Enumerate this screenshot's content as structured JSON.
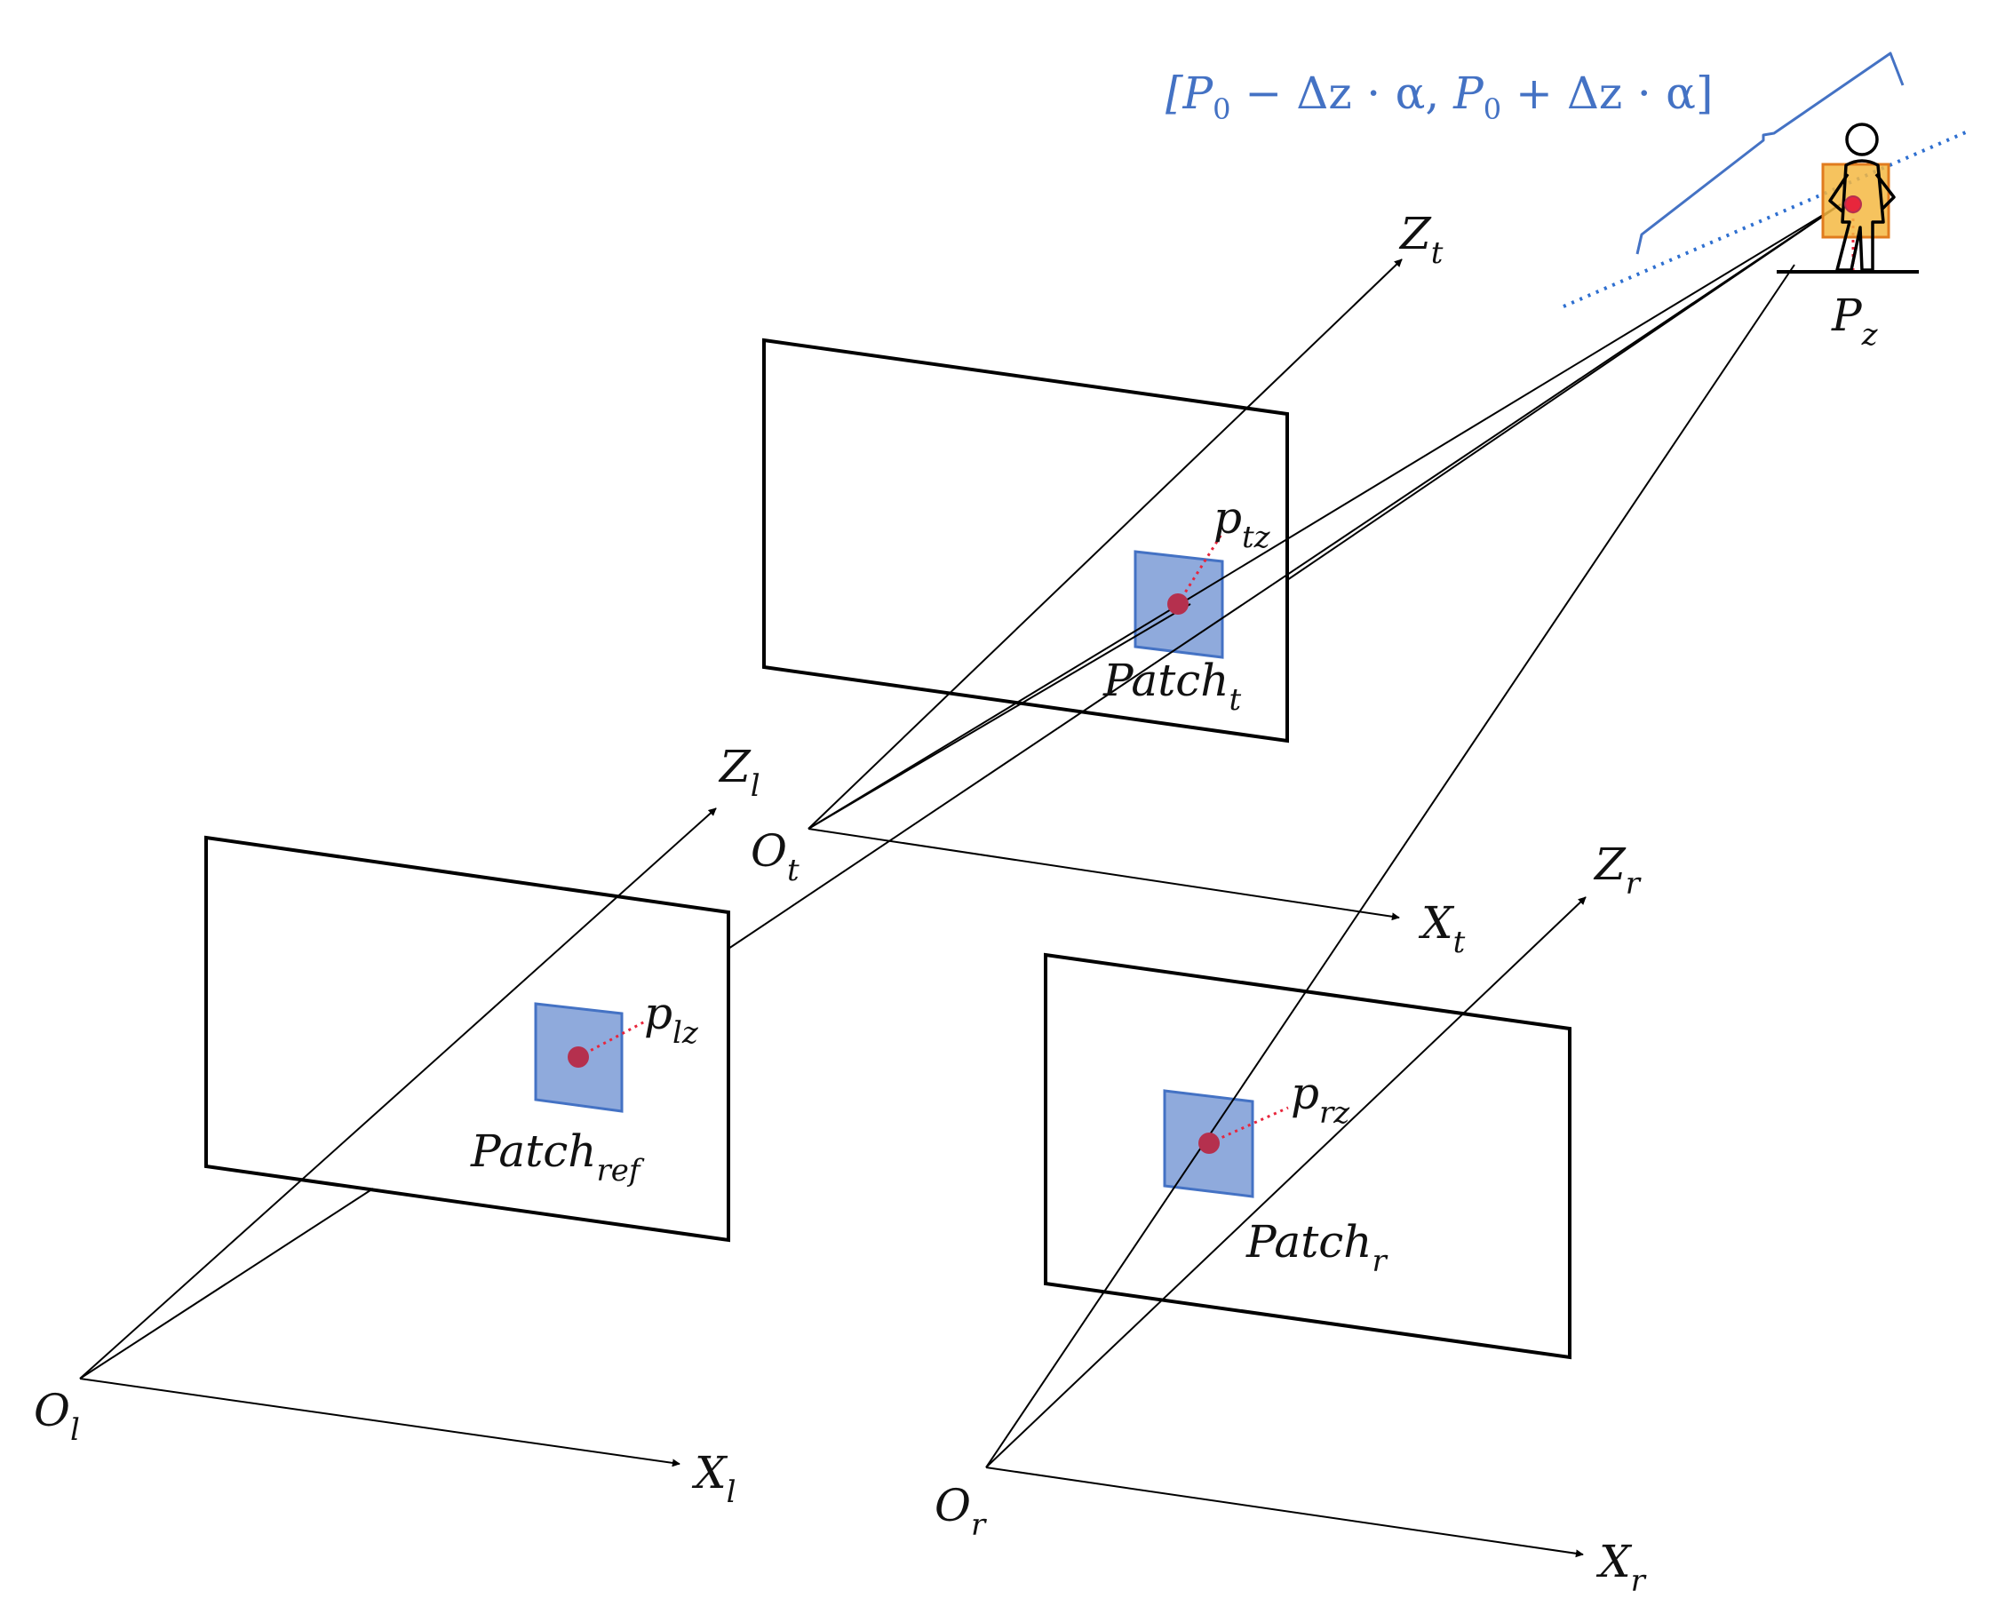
{
  "colors": {
    "ink": "#000000",
    "patch_fill": "#8faadc",
    "patch_stroke": "#4472c4",
    "point": "#b5304e",
    "guide_dotted": "#e8263c",
    "range_text": "#4472c4",
    "ray_dotted": "#2e6fd0",
    "target_box_fill": "#f4b942",
    "target_box_stroke": "#e07b1e"
  },
  "icons": {
    "target": "person-icon"
  },
  "range_label": {
    "open": "[",
    "p1": "P",
    "p1_sub": "0",
    "mid1": " − Δz ⋅ α, ",
    "p2": "P",
    "p2_sub": "0",
    "mid2": " + Δz ⋅ α]"
  },
  "cameras": {
    "left": {
      "origin": {
        "main": "O",
        "sub": "l"
      },
      "x_axis": {
        "main": "X",
        "sub": "l"
      },
      "z_axis": {
        "main": "Z",
        "sub": "l"
      },
      "pixel": {
        "main": "p",
        "sub": "lz"
      },
      "patch": {
        "main": "Patch",
        "sub": "ref"
      }
    },
    "top": {
      "origin": {
        "main": "O",
        "sub": "t"
      },
      "x_axis": {
        "main": "X",
        "sub": "t"
      },
      "z_axis": {
        "main": "Z",
        "sub": "t"
      },
      "pixel": {
        "main": "p",
        "sub": "tz"
      },
      "patch": {
        "main": "Patch",
        "sub": "t"
      }
    },
    "right": {
      "origin": {
        "main": "O",
        "sub": "r"
      },
      "x_axis": {
        "main": "X",
        "sub": "r"
      },
      "z_axis": {
        "main": "Z",
        "sub": "r"
      },
      "pixel": {
        "main": "p",
        "sub": "rz"
      },
      "patch": {
        "main": "Patch",
        "sub": "r"
      }
    }
  },
  "point_label": {
    "main": "P",
    "sub": "z"
  }
}
